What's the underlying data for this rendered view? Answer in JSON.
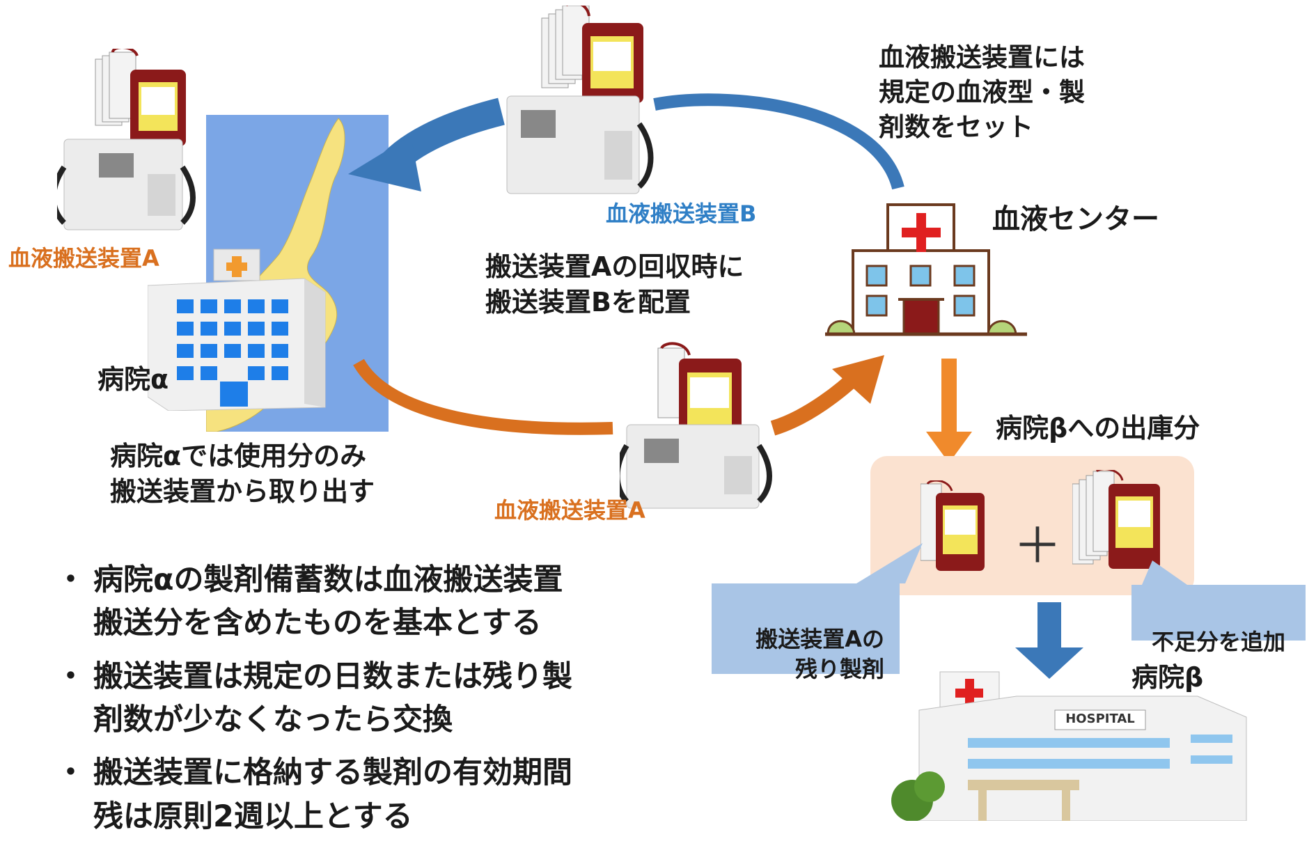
{
  "labels": {
    "device_a_top": "血液搬送装置A",
    "device_b": "血液搬送装置B",
    "device_a_bottom": "血液搬送装置A",
    "center_note": "血液搬送装置には\n規定の血液型・製\n剤数をセット",
    "blood_center": "血液センター",
    "exchange_note": "搬送装置Aの回収時に\n搬送装置Bを配置",
    "hospital_alpha": "病院α",
    "alpha_note": "病院αでは使用分のみ\n搬送装置から取り出す",
    "shipment": "病院βへの出庫分",
    "remaining": "搬送装置Aの\n残り製剤",
    "add_shortage": "不足分を追加",
    "hospital_beta": "病院β",
    "hospital_sign": "HOSPITAL",
    "plus": "＋",
    "bullet_dot": "・"
  },
  "bullets": [
    "病院αの製剤備蓄数は血液搬送装置\n搬送分を含めたものを基本とする",
    "搬送装置は規定の日数または残り製\n剤数が少なくなったら交換",
    "搬送装置に格納する製剤の有効期間\n残は原則2週以上とする"
  ],
  "colors": {
    "orange": "#d9701f",
    "blue_arrow": "#3b78b8",
    "blue_label": "#2f7fc6",
    "sea": "#7ba6e6",
    "island": "#f6e27f",
    "shipment_box": "#fbe2d0",
    "callout": "#a9c5e6",
    "cross_red": "#e02020"
  }
}
